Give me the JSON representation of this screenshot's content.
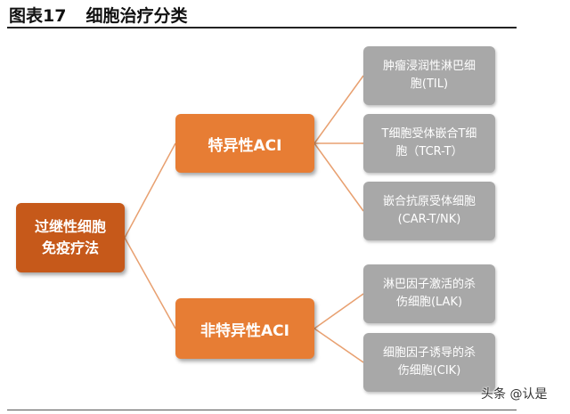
{
  "figure": {
    "number": "图表17",
    "title": "细胞治疗分类"
  },
  "root": {
    "line1": "过继性细胞",
    "line2": "免疫疗法"
  },
  "categories": [
    {
      "label": "特异性ACI",
      "children": [
        {
          "line1": "肿瘤浸润性淋巴细",
          "line2": "胞(TIL)"
        },
        {
          "line1": "T细胞受体嵌合T细",
          "line2": "胞（TCR-T）"
        },
        {
          "line1": "嵌合抗原受体细胞",
          "line2": "(CAR-T/NK)"
        }
      ]
    },
    {
      "label": "非特异性ACI",
      "children": [
        {
          "line1": "淋巴因子激活的杀",
          "line2": "伤细胞(LAK)"
        },
        {
          "line1": "细胞因子诱导的杀",
          "line2": "伤细胞(CIK)"
        }
      ]
    }
  ],
  "watermark": "头条 @认是",
  "colors": {
    "root": "#c6591a",
    "category": "#e77d34",
    "leaf": "#a8a8a8",
    "connector": "#e8a070"
  }
}
